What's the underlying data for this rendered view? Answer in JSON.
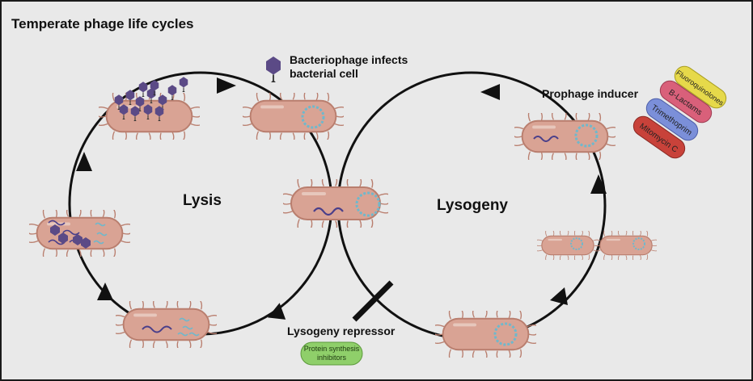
{
  "title": "Temperate phage life cycles",
  "cycle_labels": {
    "lysis": "Lysis",
    "lysogeny": "Lysogeny"
  },
  "annotations": {
    "infect_line1": "Bacteriophage infects",
    "infect_line2": "bacterial cell",
    "prophage_inducer": "Prophage inducer",
    "lysogeny_repressor": "Lysogeny  repressor"
  },
  "inducer_drugs": [
    "Fluoroquinolones",
    "B-Lactams",
    "Trimethoprim",
    "Mitomycin C"
  ],
  "repressor_drug": {
    "line1": "Protein synthesis",
    "line2": "inhibitors"
  },
  "colors": {
    "cell_fill": "#d9a394",
    "cell_outline": "#b97e6e",
    "phage": "#5b4a86",
    "dna": "#4a3f8a",
    "plasmid": "#6fb8cc",
    "fluoroquinolones": "#e6d94a",
    "b_lactams": "#d9607a",
    "trimethoprim": "#7b8fd9",
    "mitomycin_c": "#c8423a",
    "protein_synthesis": "#8fcf6a"
  }
}
